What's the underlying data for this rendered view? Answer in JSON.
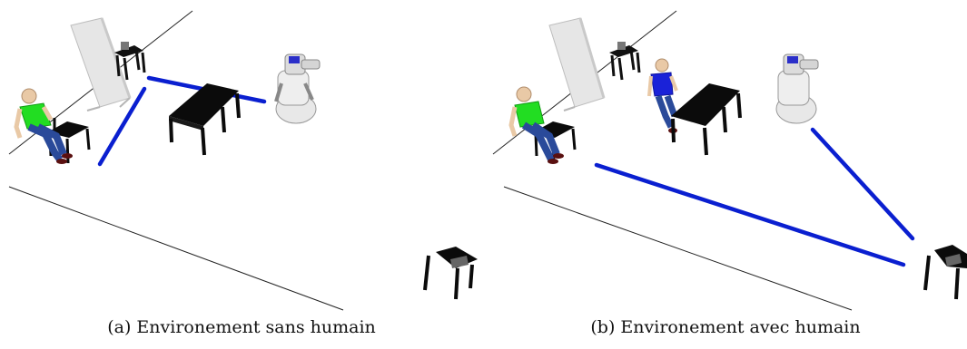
{
  "figures": [
    {
      "id": "a",
      "caption": "(a) Environement sans humain"
    },
    {
      "id": "b",
      "caption": "(b) Environement avec humain"
    }
  ],
  "colors": {
    "path": "#0a1fd0",
    "shirt_seated": "#22dd22",
    "shirt_standing": "#1a22d8",
    "jeans": "#2a4a9a",
    "furniture": "#0b0b0b",
    "board": "#e7e7e7",
    "robot": "#e9e9e9"
  },
  "icons": [
    "whiteboard-icon",
    "table-icon",
    "chair-icon",
    "robot-icon",
    "human-icon"
  ]
}
